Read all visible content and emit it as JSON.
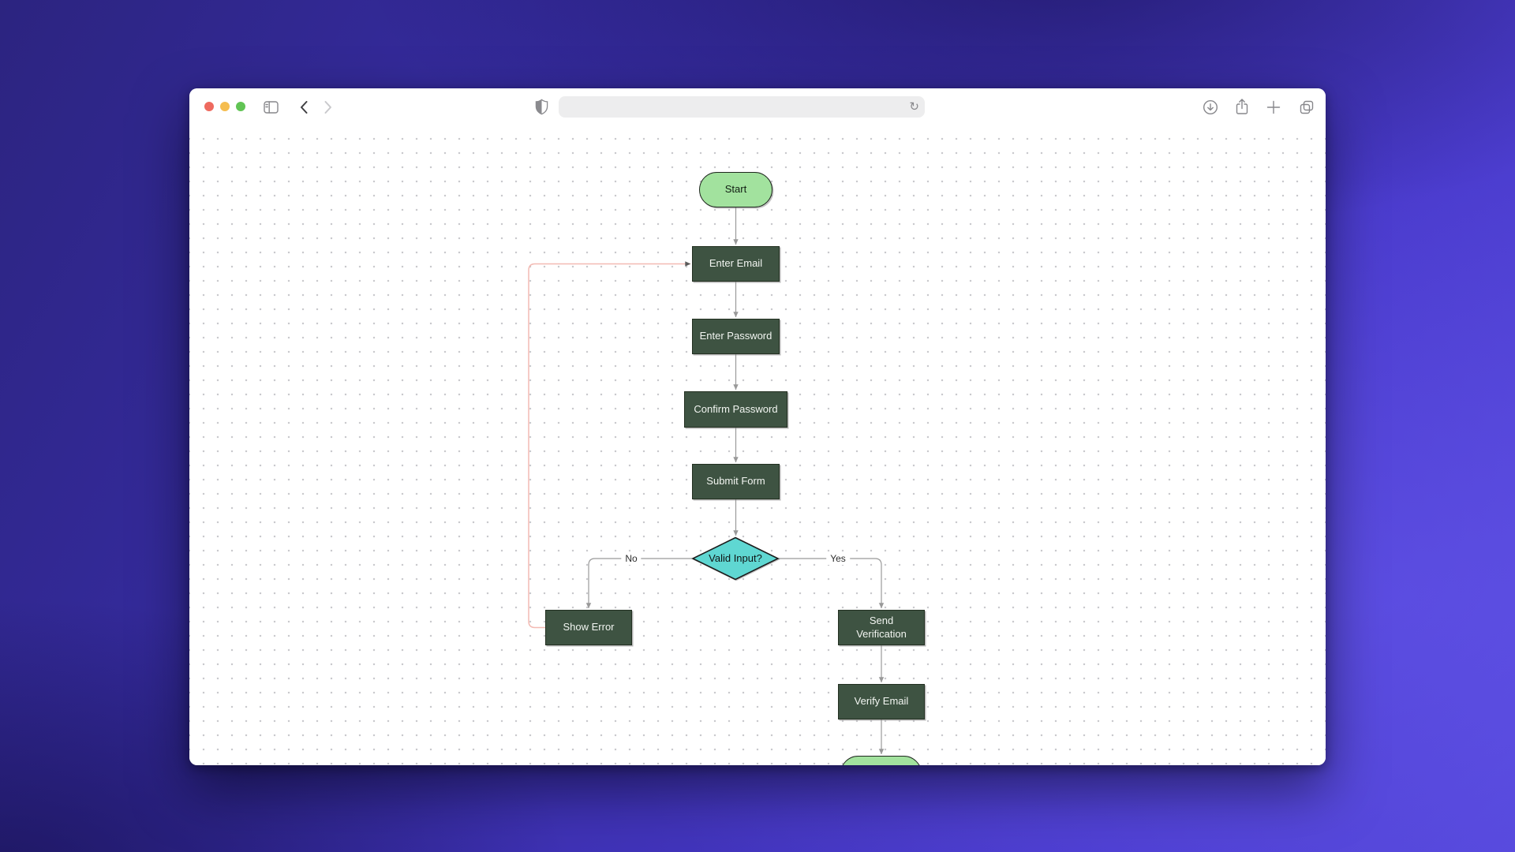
{
  "window": {
    "app": "browser",
    "traffic_lights": [
      "close",
      "minimize",
      "zoom"
    ],
    "toolbar": {
      "address_value": "",
      "icons": [
        "sidebar-toggle",
        "back",
        "forward",
        "privacy-shield",
        "reload",
        "download",
        "share",
        "new-tab",
        "tab-overview"
      ]
    },
    "colors": {
      "tl_close": "#ee6a5f",
      "tl_minimize": "#f5bd4f",
      "tl_zoom": "#61c454",
      "toolbar_icon": "#87878b",
      "back_icon": "#3f3f42",
      "forward_icon": "#c9c9cc",
      "address_bar_bg": "#ededee"
    }
  },
  "flowchart": {
    "nodes": [
      {
        "id": "start",
        "type": "terminator",
        "label": "Start"
      },
      {
        "id": "enter-email",
        "type": "process",
        "label": "Enter Email"
      },
      {
        "id": "enter-password",
        "type": "process",
        "label": "Enter Password"
      },
      {
        "id": "confirm-password",
        "type": "process",
        "label": "Confirm Password"
      },
      {
        "id": "submit-form",
        "type": "process",
        "label": "Submit Form"
      },
      {
        "id": "valid-input",
        "type": "decision",
        "label": "Valid Input?"
      },
      {
        "id": "show-error",
        "type": "process",
        "label": "Show Error"
      },
      {
        "id": "send-verification",
        "type": "process",
        "label": "Send\nVerification"
      },
      {
        "id": "verify-email",
        "type": "process",
        "label": "Verify Email"
      },
      {
        "id": "end",
        "type": "terminator",
        "label": ""
      }
    ],
    "edges": [
      {
        "from": "start",
        "to": "enter-email"
      },
      {
        "from": "enter-email",
        "to": "enter-password"
      },
      {
        "from": "enter-password",
        "to": "confirm-password"
      },
      {
        "from": "confirm-password",
        "to": "submit-form"
      },
      {
        "from": "submit-form",
        "to": "valid-input"
      },
      {
        "from": "valid-input",
        "to": "show-error",
        "label": "No"
      },
      {
        "from": "valid-input",
        "to": "send-verification",
        "label": "Yes"
      },
      {
        "from": "send-verification",
        "to": "verify-email"
      },
      {
        "from": "verify-email",
        "to": "end"
      },
      {
        "from": "show-error",
        "to": "enter-email",
        "style": "loop"
      }
    ],
    "colors": {
      "terminator_fill": "#a2e29e",
      "process_fill": "#3e5342",
      "decision_fill": "#5fd7d2",
      "node_border": "#233021",
      "edge_color": "#999999",
      "loop_edge_color": "#f3bab3"
    }
  }
}
